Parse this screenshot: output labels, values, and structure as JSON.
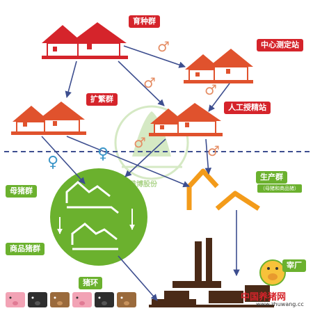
{
  "nodes": {
    "breeding_herd": "育种群",
    "testing_station": "中心测定站",
    "multiplication_herd": "扩繁群",
    "ai_station": "人工授精站",
    "production_herd": "生产群",
    "production_herd_note": "（母猪和商品猪）",
    "sow_herd": "母猪群",
    "commercial_herd": "商品猪群",
    "pig_loop": "猪环",
    "slaughterhouse": "宰厂"
  },
  "symbols": {
    "male": "♂",
    "female": "♀"
  },
  "watermark": "雅博股份",
  "brand": {
    "name": "中国养猪网",
    "url": "www.zhuwang.cc"
  },
  "colors": {
    "red": "#d5242b",
    "orange_red": "#e0522d",
    "green": "#6bb12e",
    "orange": "#f39b1a",
    "male_symbol": "#e58d64",
    "female_symbol": "#3c96c8",
    "arrow_blue": "#3d4e8f",
    "chimney_brown": "#4a2a17"
  }
}
